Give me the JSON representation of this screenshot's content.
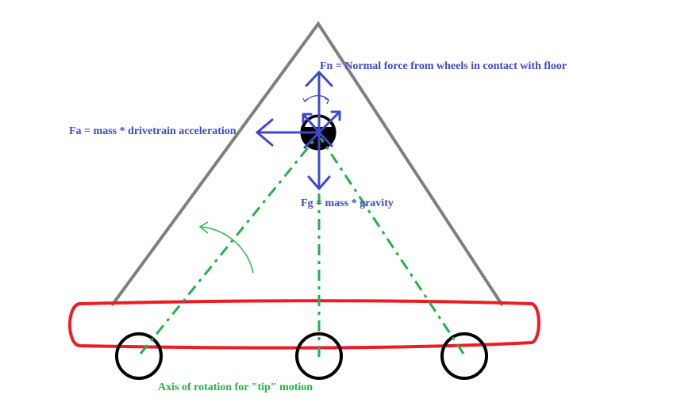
{
  "labels": {
    "normal_force": "Fn = Normal force from wheels in contact with floor",
    "accel_force": "Fa = mass * drivetrain acceleration",
    "gravity_force": "Fg = mass * gravity",
    "axis_note": "Axis of rotation for \"tip\" motion"
  },
  "colors": {
    "frame": "#7f7f7f",
    "chassis": "#ed1c24",
    "wheels": "#000000",
    "forces": "#3f48cc",
    "guides": "#22b14c"
  }
}
